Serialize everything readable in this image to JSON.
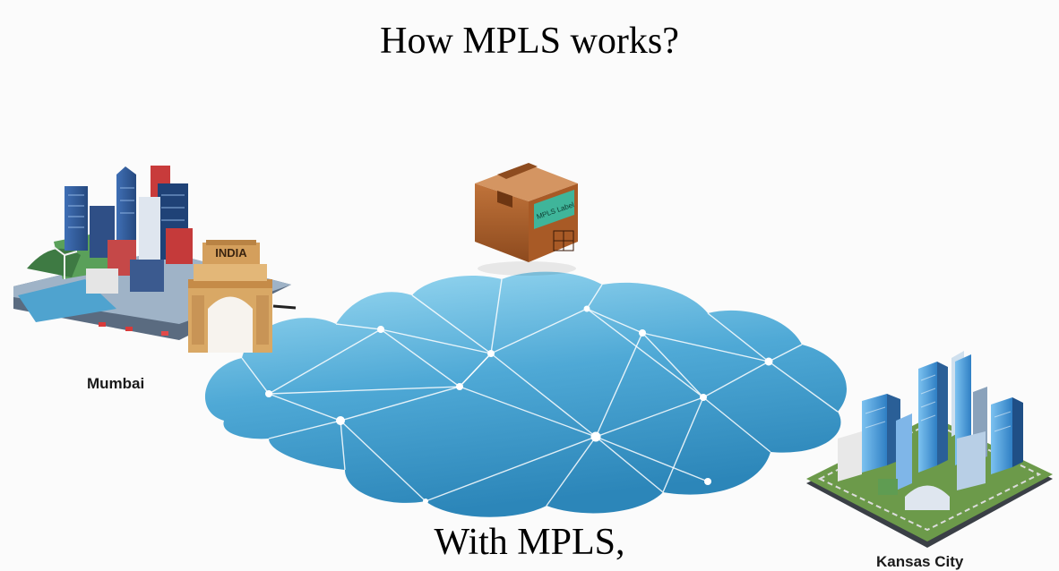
{
  "title": "How MPLS works?",
  "subtitle": "With MPLS,",
  "source_city": {
    "label": "Mumbai",
    "monument_sign": "INDIA"
  },
  "destination_city": {
    "label": "Kansas City"
  },
  "package": {
    "label": "MPLS Label"
  },
  "colors": {
    "cloud_light": "#8fd3ef",
    "cloud_dark": "#2f8fc0",
    "box": "#b5652b",
    "label_panel": "#3fb59a",
    "gate": "#d9a865"
  }
}
